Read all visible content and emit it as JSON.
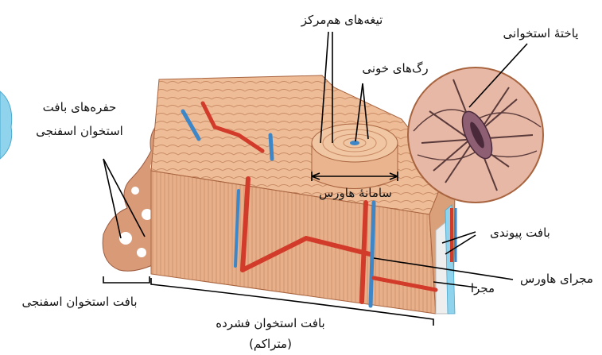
{
  "labels": {
    "concentric_lamellae": "تیغه‌های هم‌مرکز",
    "blood_vessels": "رگ‌های خونی",
    "osteocyte": "یاختهٔ استخوانی",
    "spongy_cavities_line1": "حفره‌های بافت",
    "spongy_cavities_line2": "استخوان اسفنجی",
    "haversian_system": "سامانهٔ هاورس",
    "connective_tissue": "بافت پیوندی",
    "haversian_canal": "مجرای هاورس",
    "canal": "مجرا",
    "spongy_bone": "بافت استخوان اسفنجی",
    "compact_bone_line1": "بافت استخوان فشرده",
    "compact_bone_line2": "(متراکم)"
  },
  "colors": {
    "bone_light": "#f0c4a0",
    "bone_mid": "#dfa27a",
    "bone_dark": "#b9744f",
    "artery": "#d23a2a",
    "vein": "#3d87c8",
    "osteocyte_fill": "#d9a7b0",
    "osteocyte_lines": "#5a3a3a",
    "connective": "#e8e8e8",
    "side_accent": "#78c9e8"
  }
}
